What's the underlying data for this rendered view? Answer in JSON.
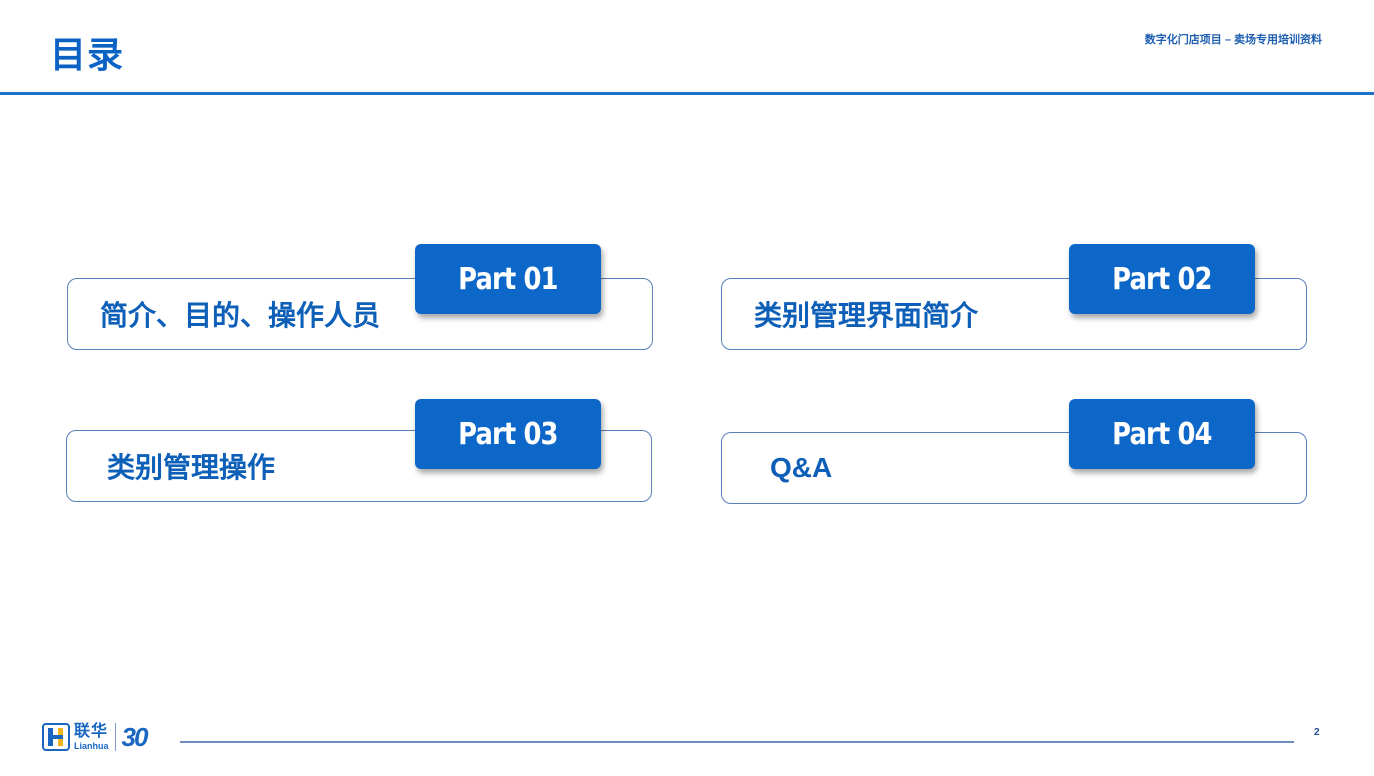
{
  "header": {
    "title": "目录",
    "subtitle": "数字化门店项目 – 卖场专用培训资料"
  },
  "parts": [
    {
      "tag": "Part 01",
      "text": "简介、目的、操作人员"
    },
    {
      "tag": "Part 02",
      "text": "类别管理界面简介"
    },
    {
      "tag": "Part 03",
      "text": "类别管理操作"
    },
    {
      "tag": "Part 04",
      "text": "Q&A"
    }
  ],
  "footer": {
    "logo_cn": "联华",
    "logo_en": "Lianhua",
    "logo_anniversary": "30",
    "page_number": "2"
  },
  "colors": {
    "primary_blue": "#0d67c9",
    "text_blue": "#0e5fb8",
    "accent_yellow": "#f2b21a"
  }
}
